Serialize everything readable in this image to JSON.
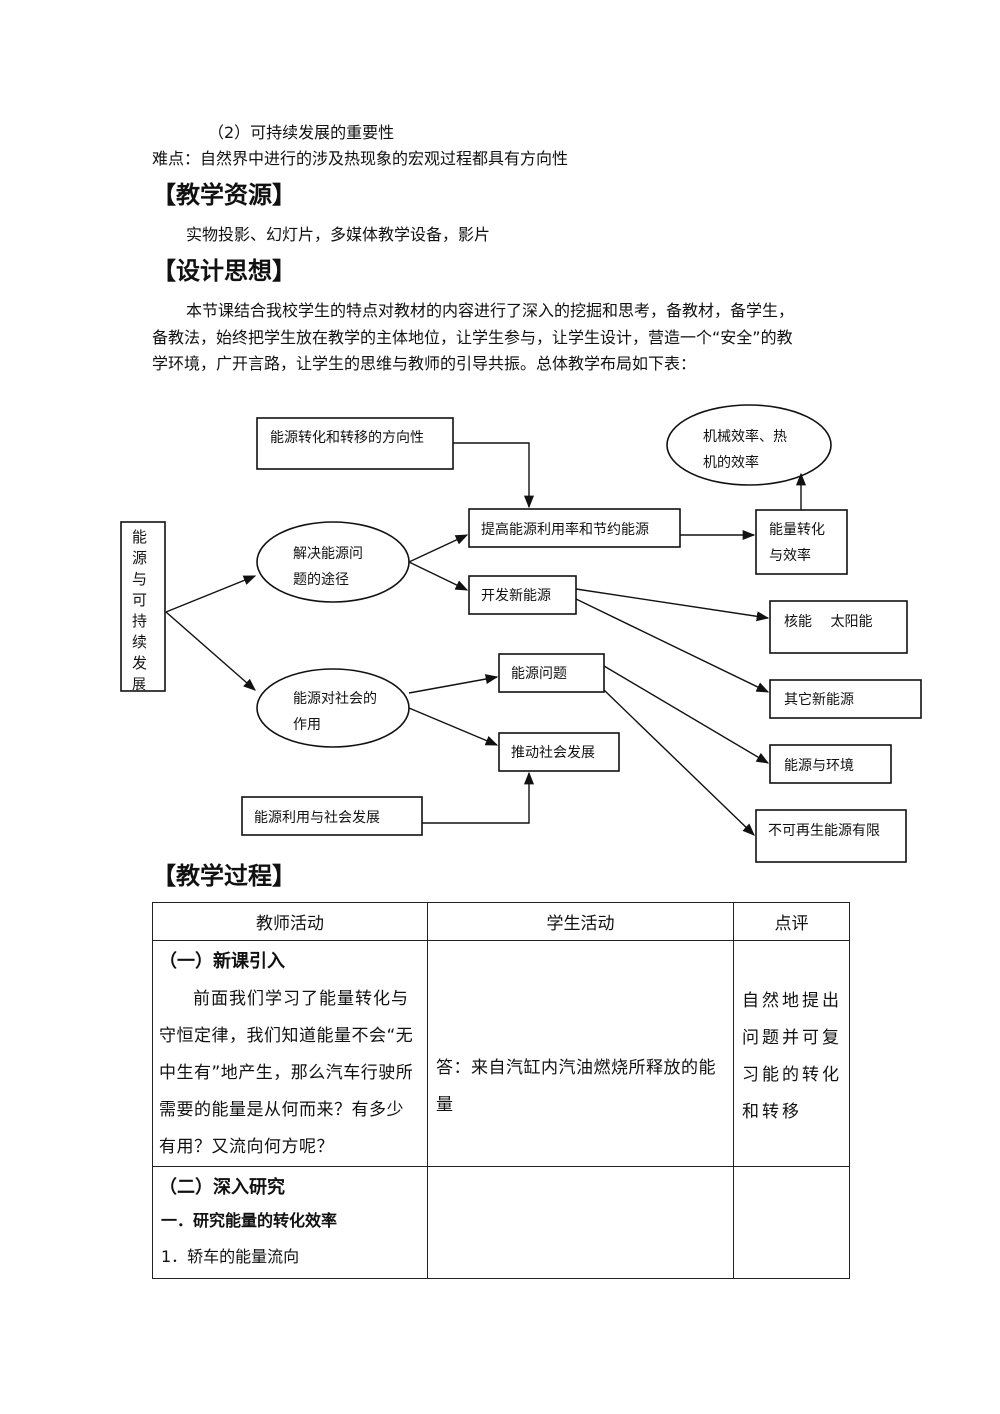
{
  "intro": {
    "point2": "（2）可持续发展的重要性",
    "difficulty": "难点：自然界中进行的涉及热现象的宏观过程都具有方向性"
  },
  "resources": {
    "heading": "【教学资源】",
    "text": "实物投影、幻灯片，多媒体教学设备，影片"
  },
  "design": {
    "heading": "【设计思想】",
    "line1": "本节课结合我校学生的特点对教材的内容进行了深入的挖掘和思考，备教材，备学生，",
    "line2": "备教法，始终把学生放在教学的主体地位，让学生参与，让学生设计，营造一个“安全”的教",
    "line3": "学环境，广开言路，让学生的思维与教师的引导共振。总体教学布局如下表："
  },
  "diagram": {
    "root": [
      "能",
      "源",
      "与",
      "可",
      "持",
      "续",
      "发",
      "展"
    ],
    "node_direction": "能源转化和转移的方向性",
    "node_efficiency_ellipse": [
      "机械效率、热",
      "机的效率"
    ],
    "node_solve": [
      "解决能源问",
      "题的途径"
    ],
    "node_improve": "提高能源利用率和节约能源",
    "node_conversion": [
      "能量转化",
      "与效率"
    ],
    "node_develop": "开发新能源",
    "node_nuclear": "核能　 太阳能",
    "node_other": "其它新能源",
    "node_society_role": [
      "能源对社会的",
      "作用"
    ],
    "node_problem": "能源问题",
    "node_promote": "推动社会发展",
    "node_env": "能源与环境",
    "node_usage": "能源利用与社会发展",
    "node_nonrenew": "不可再生能源有限"
  },
  "process": {
    "heading": "【教学过程】",
    "columns": [
      "教师活动",
      "学生活动",
      "点评"
    ],
    "row1": {
      "title": "（一）新课引入",
      "teacher_lines": [
        "前面我们学习了能量转化与",
        "守恒定律，我们知道能量不会“无",
        "中生有”地产生，那么汽车行驶所",
        "需要的能量是从何而来？有多少",
        "有用？又流向何方呢？"
      ],
      "student_lines": [
        "答：来自汽缸内汽油燃烧所释放的能",
        "量"
      ],
      "comment_lines": [
        "自然地提出",
        "问题并可复",
        "习能的转化",
        "和转移"
      ]
    },
    "row2": {
      "title": "（二）深入研究",
      "sub": "一．研究能量的转化效率",
      "item": "1．轿车的能量流向"
    }
  }
}
